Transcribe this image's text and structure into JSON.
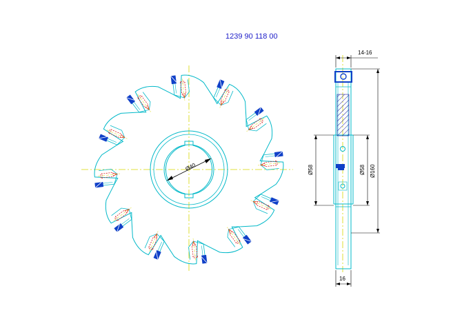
{
  "drawing": {
    "part_number": "1239 90 118 00",
    "tooth_count": 12,
    "colors": {
      "outline": "#00b8c8",
      "insert": "#1040c8",
      "hidden": "#d82020",
      "centerline": "#d8d800",
      "dimension": "#000000",
      "hatch": "#1818a0"
    },
    "front_view": {
      "bore_label": "Ø40"
    },
    "side_view": {
      "width_top_label": "14-16",
      "width_bottom_label": "16",
      "hub_label": "Ø58",
      "hub_label_inner": "Ø58",
      "outer_label": "Ø160"
    }
  }
}
